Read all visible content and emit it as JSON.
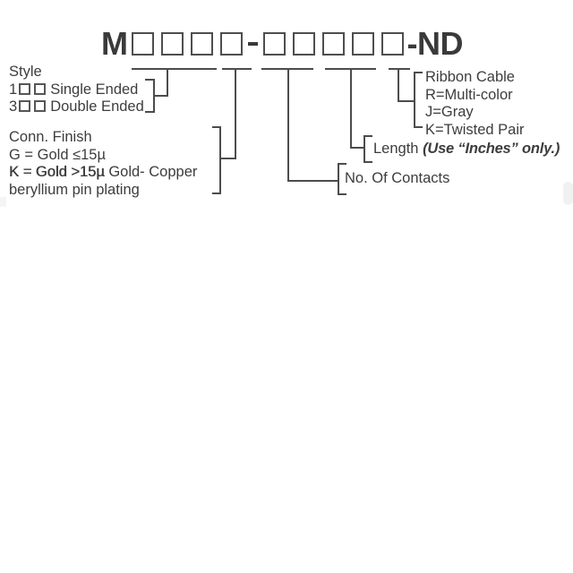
{
  "colors": {
    "text": "#3d3d3d",
    "line": "#4c4c4c",
    "box_border": "#4e4e4e"
  },
  "part_number": {
    "prefix": "M",
    "group1_box_count": 4,
    "separator": "-",
    "group2_box_count": 5,
    "suffix": "-ND"
  },
  "style_section": {
    "title": "Style",
    "options": [
      {
        "code": "1",
        "box_count": 2,
        "label": "Single Ended"
      },
      {
        "code": "3",
        "box_count": 2,
        "label": "Double Ended"
      }
    ]
  },
  "finish_section": {
    "title": "Conn. Finish",
    "line1": "G = Gold ≤15µ",
    "line2_strong": "K = Gold >15µ",
    "line2_rest": " Gold- Copper",
    "line3": "beryllium pin plating"
  },
  "contacts_section": {
    "label": "No. Of Contacts"
  },
  "length_section": {
    "label": "Length ",
    "note": "(Use “Inches” only.)"
  },
  "ribbon_section": {
    "title": "Ribbon Cable",
    "options": [
      "R=Multi-color",
      "J=Gray",
      "K=Twisted Pair"
    ]
  }
}
